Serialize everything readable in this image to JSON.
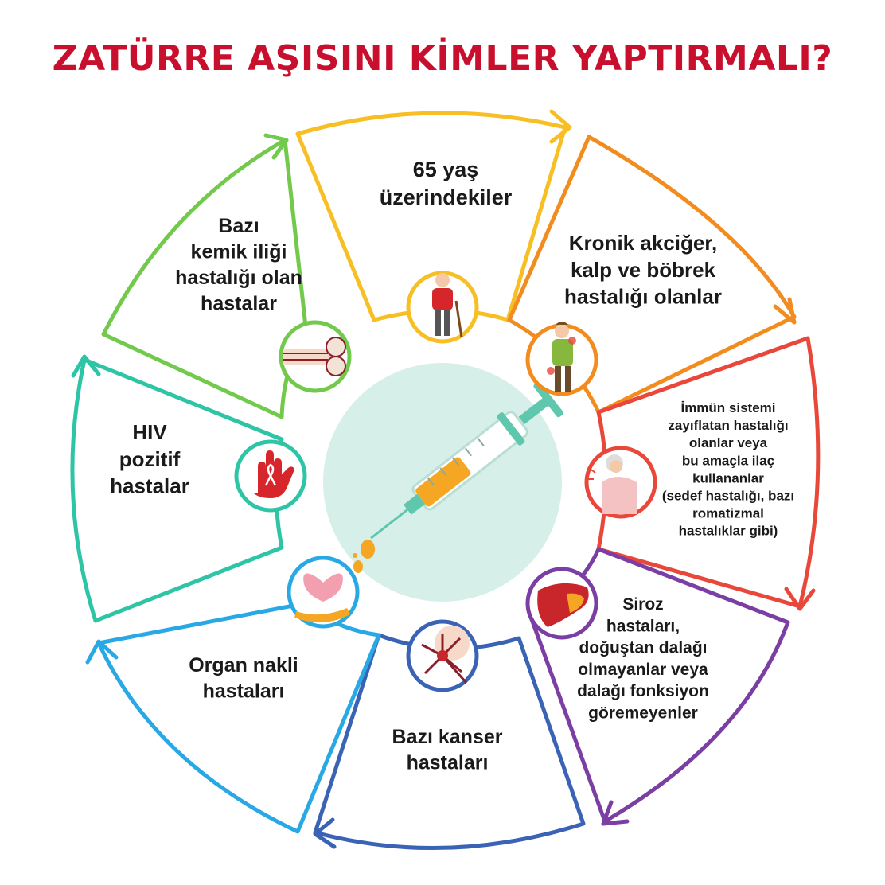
{
  "title": "ZATÜRRE AŞISINI KİMLER YAPTIRMALI?",
  "colors": {
    "title": "#c8102e",
    "yellow": "#f7bf24",
    "orange": "#f28c1e",
    "red": "#e8473a",
    "purple": "#7b3fa3",
    "darkblue": "#3b63b5",
    "lightblue": "#29a8e6",
    "teal": "#2ec4a6",
    "green": "#72c94b",
    "center": "#d6efe8"
  },
  "segments": [
    {
      "id": "elderly",
      "lines": [
        "65 yaş",
        "üzerindekiler"
      ],
      "icon": "elderly-man-icon"
    },
    {
      "id": "chronic",
      "lines": [
        "Kronik akciğer,",
        "kalp ve böbrek",
        "hastalığı olanlar"
      ],
      "icon": "sick-man-icon"
    },
    {
      "id": "immune",
      "lines": [
        "İmmün sistemi",
        "zayıflatan hastalığı",
        "olanlar veya",
        "bu amaçla ilaç",
        "kullananlar",
        "(sedef hastalığı, bazı",
        "romatizmal",
        "hastalıklar gibi)"
      ],
      "icon": "elderly-woman-pain-icon"
    },
    {
      "id": "cirrhosis",
      "lines": [
        "Siroz",
        "hastaları,",
        "doğuştan dalağı",
        "olmayanlar veya",
        "dalağı fonksiyon",
        "göremeyenler"
      ],
      "icon": "liver-icon"
    },
    {
      "id": "cancer",
      "lines": [
        "Bazı kanser",
        "hastaları"
      ],
      "icon": "cancer-cell-icon"
    },
    {
      "id": "organ",
      "lines": [
        "Organ nakli",
        "hastaları"
      ],
      "icon": "heart-in-hand-icon"
    },
    {
      "id": "hiv",
      "lines": [
        "HIV",
        "pozitif",
        "hastalar"
      ],
      "icon": "hiv-ribbon-hand-icon"
    },
    {
      "id": "marrow",
      "lines": [
        "Bazı",
        "kemik iliği",
        "hastalığı olan",
        "hastalar"
      ],
      "icon": "bone-icon"
    }
  ],
  "center_icon": "syringe-icon"
}
